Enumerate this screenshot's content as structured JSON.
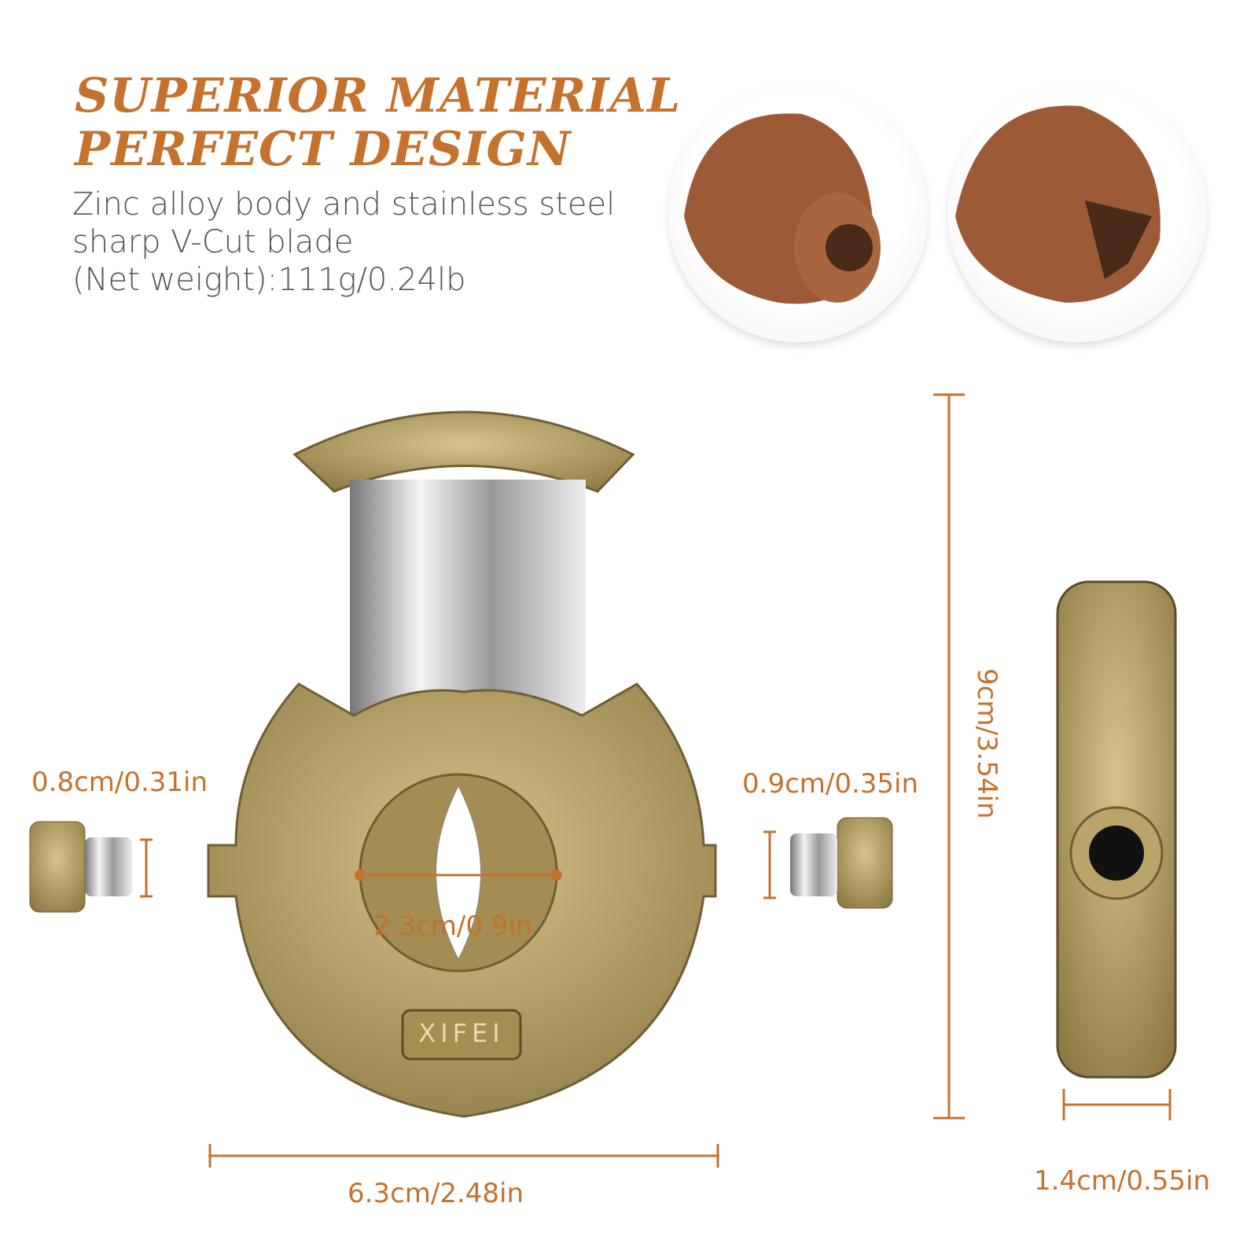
{
  "headline": {
    "line1": "SUPERIOR MATERIAL",
    "line2": "PERFECT DESIGN"
  },
  "description": {
    "line1": "Zinc alloy body and stainless steel",
    "line2": "sharp V-Cut blade",
    "line3": "(Net weight):111g/0.24lb"
  },
  "dimensions": {
    "left_screw": "0.8cm/0.31in",
    "right_screw": "0.9cm/0.35in",
    "hole": "2.3cm/0.9in",
    "width": "6.3cm/2.48in",
    "height": "9cm/3.54in",
    "thickness": "1.4cm/0.55in"
  },
  "brand": "XIFEI",
  "colors": {
    "accent": "#c4722d",
    "brass": "#b39b5e",
    "text": "#555555"
  }
}
